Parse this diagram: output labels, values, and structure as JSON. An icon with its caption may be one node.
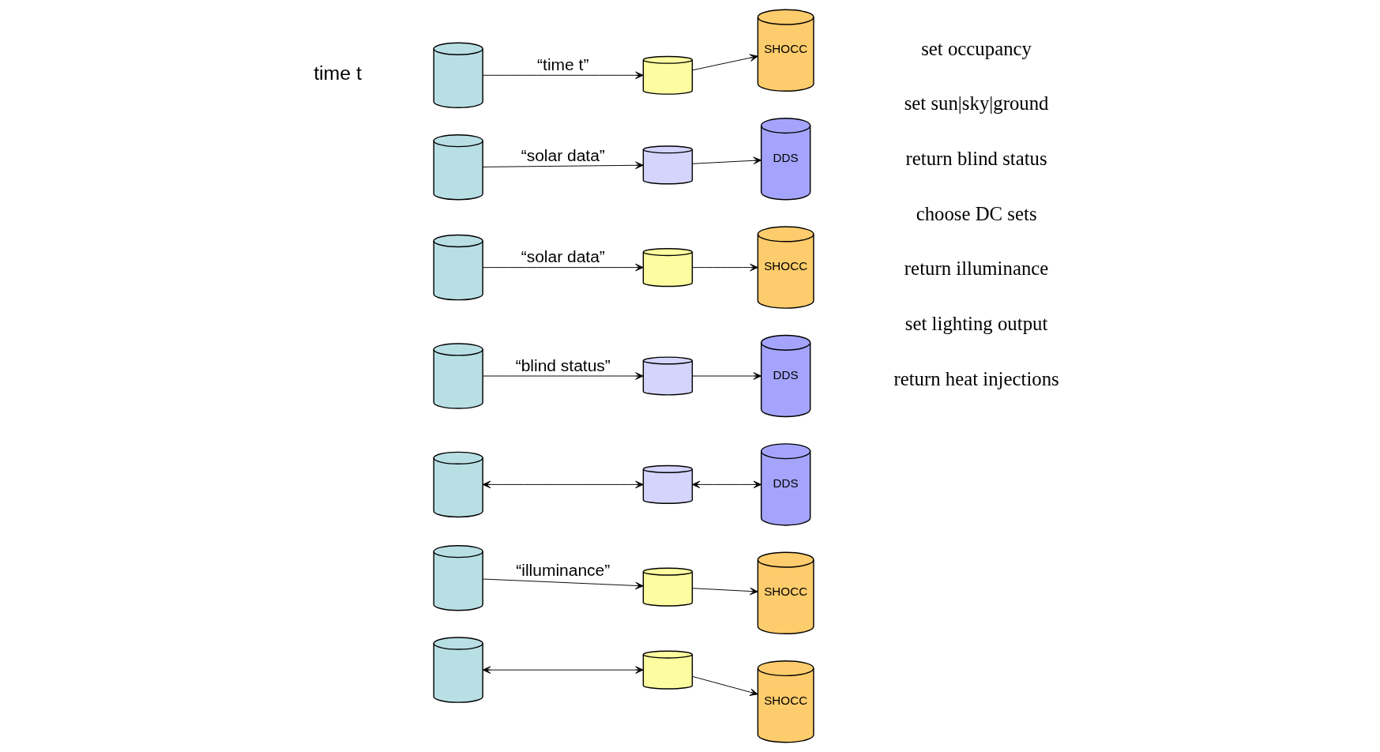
{
  "diagram": {
    "nodes": [
      {
        "text": [],
        "shape": "cylinder"
      },
      {
        "text": [],
        "shape": "cylinder"
      },
      {
        "text": [
          "SHOCC"
        ]
      },
      {
        "text": [],
        "shape": "cylinder"
      },
      {
        "text": [],
        "shape": "cylinder"
      },
      {
        "text": [
          "DDS"
        ]
      },
      {
        "text": [],
        "shape": "cylinder"
      },
      {
        "text": [],
        "shape": "cylinder"
      },
      {
        "text": [
          "SHOCC"
        ]
      },
      {
        "text": [],
        "shape": "cylinder"
      },
      {
        "text": [],
        "shape": "cylinder"
      },
      {
        "text": [
          "DDS"
        ]
      },
      {
        "text": [],
        "shape": "cylinder"
      },
      {
        "text": [],
        "shape": "cylinder"
      },
      {
        "text": [
          "DDS"
        ]
      },
      {
        "text": [],
        "shape": "cylinder"
      },
      {
        "text": [],
        "shape": "cylinder"
      },
      {
        "text": [
          "SHOCC"
        ]
      },
      {
        "text": [],
        "shape": "cylinder"
      },
      {
        "text": [],
        "shape": "cylinder"
      },
      {
        "text": [
          "SHOCC"
        ]
      }
    ],
    "edges": [
      {
        "from": 0,
        "to": 1,
        "arrow": "to",
        "label": "“time t”"
      },
      {
        "from": 1,
        "to": 2,
        "arrow": "to"
      },
      {
        "from": 3,
        "to": 4,
        "arrow": "to",
        "label": "“solar data”"
      },
      {
        "from": 4,
        "to": 5,
        "arrow": "to"
      },
      {
        "from": 6,
        "to": 7,
        "arrow": "to",
        "label": "“solar data”"
      },
      {
        "from": 7,
        "to": 8,
        "arrow": "to"
      },
      {
        "from": 9,
        "to": 10,
        "arrow": "to",
        "label": "“blind status”"
      },
      {
        "from": 10,
        "to": 11,
        "arrow": "to"
      },
      {
        "from": 12,
        "to": 13,
        "arrow": "both"
      },
      {
        "from": 13,
        "to": 14,
        "arrow": "both"
      },
      {
        "from": 15,
        "to": 16,
        "arrow": "to",
        "label": "“illuminance”"
      },
      {
        "from": 16,
        "to": 17,
        "arrow": "to"
      },
      {
        "from": 18,
        "to": 19,
        "arrow": "both"
      },
      {
        "from": 19,
        "to": 20,
        "arrow": "to"
      }
    ],
    "labels": [
      "time t",
      "set occupancy",
      "set sun|sky|ground",
      "return blind status",
      "choose DC sets",
      "return illuminance",
      "set lighting output",
      "return heat injections"
    ]
  }
}
